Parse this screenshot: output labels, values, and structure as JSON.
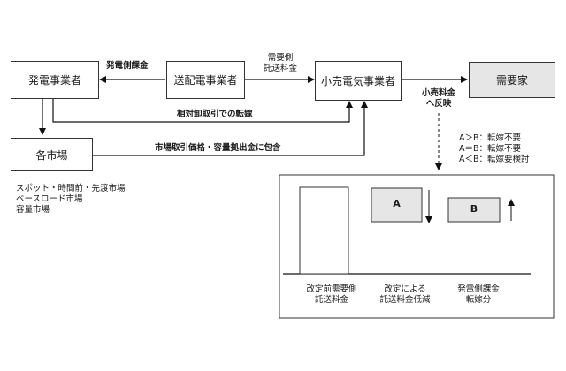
{
  "nodes": {
    "power_gen": "発電事業者",
    "transmission": "送配電事業者",
    "retail": "小売電気事業者",
    "consumer": "需要家",
    "markets": "各市場"
  },
  "edges": {
    "gen_charge": "発電側課金",
    "demand_side_line1": "需要側",
    "demand_side_line2": "託送料金",
    "wholesale_pass": "相対卸取引での転嫁",
    "market_included": "市場取引価格・容量拠出金に包含",
    "retail_fee_line1": "小売料金",
    "retail_fee_line2": "へ反映"
  },
  "market_list": [
    "スポット・時間前・先渡市場",
    "ベースロード市場",
    "容量市場"
  ],
  "conditions": [
    "A＞B：転嫁不要",
    "A＝B：転嫁不要",
    "A＜B：転嫁要検討"
  ],
  "inset": {
    "box_a": "A",
    "box_b": "B",
    "caption1_line1": "改定前需要側",
    "caption1_line2": "託送料金",
    "caption2_line1": "改定による",
    "caption2_line2": "託送料金低減",
    "caption3_line1": "発電側課金",
    "caption3_line2": "転嫁分"
  }
}
